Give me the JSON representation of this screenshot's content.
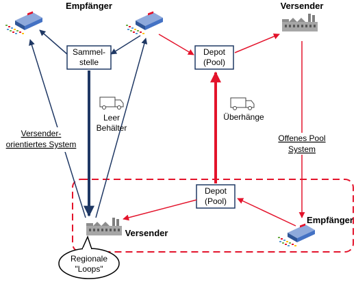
{
  "labels": {
    "empfaenger_top": "Empfänger",
    "versender_top": "Versender",
    "sammelstelle_line1": "Sammel-",
    "sammelstelle_line2": "stelle",
    "depot_top_line1": "Depot",
    "depot_top_line2": "(Pool)",
    "leer_line1": "Leer",
    "leer_line2": "Behälter",
    "ueberhaenge": "Überhänge",
    "versender_system_line1": "Versender-",
    "versender_system_line2": "orientiertes System",
    "offenes_pool_line1": "Offenes Pool",
    "offenes_pool_line2": "System",
    "depot_bottom_line1": "Depot",
    "depot_bottom_line2": "(Pool)",
    "empfaenger_bottom": "Empfänger",
    "versender_bottom": "Versender",
    "regionale_line1": "Regionale",
    "regionale_line2": "\"Loops\""
  },
  "colors": {
    "navy": "#1f3864",
    "red": "#e3132b",
    "box_border": "#1f3864",
    "dashed_region": "#e3132b",
    "factory": "#8c8c8c"
  },
  "icons": [
    "warehouse-icon",
    "factory-icon",
    "truck-icon"
  ]
}
